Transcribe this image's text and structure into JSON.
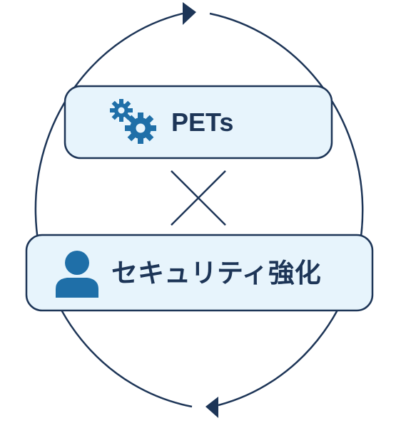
{
  "diagram": {
    "top_box": {
      "label": "PETs",
      "icon": "gears-icon"
    },
    "bottom_box": {
      "label": "セキュリティ強化",
      "icon": "person-icon"
    },
    "connector": {
      "symbol": "cross-multiply-icon"
    },
    "cycle": {
      "direction": "clockwise",
      "arrow_icons": [
        "arrowhead-right-icon",
        "arrowhead-left-icon"
      ]
    },
    "colors": {
      "stroke": "#1d3557",
      "box_fill": "#e7f4fc",
      "icon": "#1f6fa8",
      "text": "#1d3557"
    }
  }
}
